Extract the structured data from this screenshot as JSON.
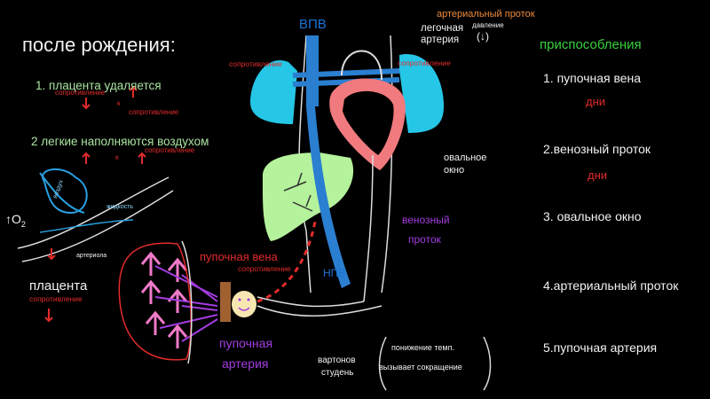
{
  "left": {
    "title": "после рождения:",
    "step1": "1. плацента удаляется",
    "step1_left": "сопротивление",
    "step1_mid": "к",
    "step1_right": "сопротивление",
    "step2": "2 легкие наполняются воздухом",
    "step2_mid": "к",
    "step2_right": "сопротивление",
    "air": "воздух",
    "fluid": "жидкость",
    "o2": "↑O",
    "o2_sub": "2",
    "arteriole": "артериола",
    "placenta": "плацента",
    "placenta_res": "сопротивление"
  },
  "center": {
    "svc": "ВПВ",
    "svc_res": "сопротивление",
    "ductus_arteriosus": "артериальный проток",
    "pulmonary_artery_1": "легочная",
    "pulmonary_artery_2": "артерия",
    "pressure": "давление",
    "pressure_arrow": "(↓)",
    "lung_res": "сопротивление",
    "foramen_1": "овальное",
    "foramen_2": "окно",
    "ductus_venosus_1": "венозный",
    "ductus_venosus_2": "проток",
    "ivc": "НПВ",
    "umbilical_vein": "пупочная вена",
    "uv_res": "сопротивление",
    "umbilical_artery_1": "пупочная",
    "umbilical_artery_2": "артерия",
    "wharton_1": "вартонов",
    "wharton_2": "студень",
    "temp_1": "понижение темп.",
    "temp_2": "вызывает сокращение"
  },
  "right": {
    "title": "приспособления",
    "items": [
      {
        "label": "1. пупочная вена",
        "sub": "дни"
      },
      {
        "label": "2.венозный проток",
        "sub": "дни"
      },
      {
        "label": "3. овальное окно",
        "sub": ""
      },
      {
        "label": "4.артериальный проток",
        "sub": ""
      },
      {
        "label": "5.пупочная артерия",
        "sub": ""
      }
    ]
  },
  "colors": {
    "background": "#000000",
    "lung": "#25c6e6",
    "heart": "#f07a7e",
    "liver": "#b5f29c",
    "vein": "#2a7fd0",
    "placenta": "#f07ac8",
    "accent_red": "#e22b2b",
    "accent_green": "#37d23f",
    "accent_purple": "#a33ce0"
  }
}
